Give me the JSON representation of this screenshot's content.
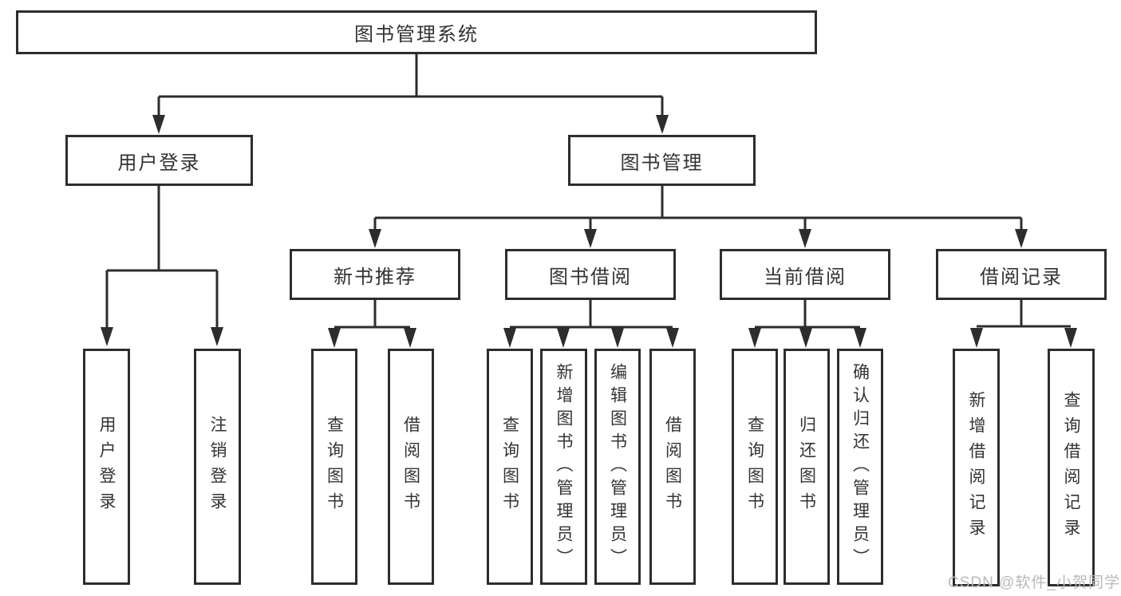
{
  "diagram": {
    "root": {
      "label": "图书管理系统"
    },
    "level2": {
      "user_login": {
        "label": "用户登录"
      },
      "book_management": {
        "label": "图书管理"
      }
    },
    "user_login_children": {
      "login": {
        "label": "用户登录"
      },
      "logout": {
        "label": "注销登录"
      }
    },
    "book_management_children": {
      "new_book_recommend": {
        "label": "新书推荐"
      },
      "book_borrow": {
        "label": "图书借阅"
      },
      "current_borrow": {
        "label": "当前借阅"
      },
      "borrow_records": {
        "label": "借阅记录"
      }
    },
    "new_book_recommend_children": {
      "query_books": {
        "label": "查询图书"
      },
      "borrow_books": {
        "label": "借阅图书"
      }
    },
    "book_borrow_children": {
      "query_books": {
        "label": "查询图书"
      },
      "add_books_admin": {
        "label": "新增图书（管理员）"
      },
      "edit_books_admin": {
        "label": "编辑图书（管理员）"
      },
      "borrow_books": {
        "label": "借阅图书"
      }
    },
    "current_borrow_children": {
      "query_books": {
        "label": "查询图书"
      },
      "return_books": {
        "label": "归还图书"
      },
      "confirm_return_admin": {
        "label": "确认归还（管理员）"
      }
    },
    "borrow_records_children": {
      "add_borrow_record": {
        "label": "新增借阅记录"
      },
      "query_borrow_record": {
        "label": "查询借阅记录"
      }
    }
  },
  "watermark": {
    "label": "CSDN @软件_小贺同学"
  },
  "colors": {
    "line": "#2d2d2d",
    "text": "#333333",
    "watermark": "#b9b9b9",
    "background": "#ffffff"
  }
}
